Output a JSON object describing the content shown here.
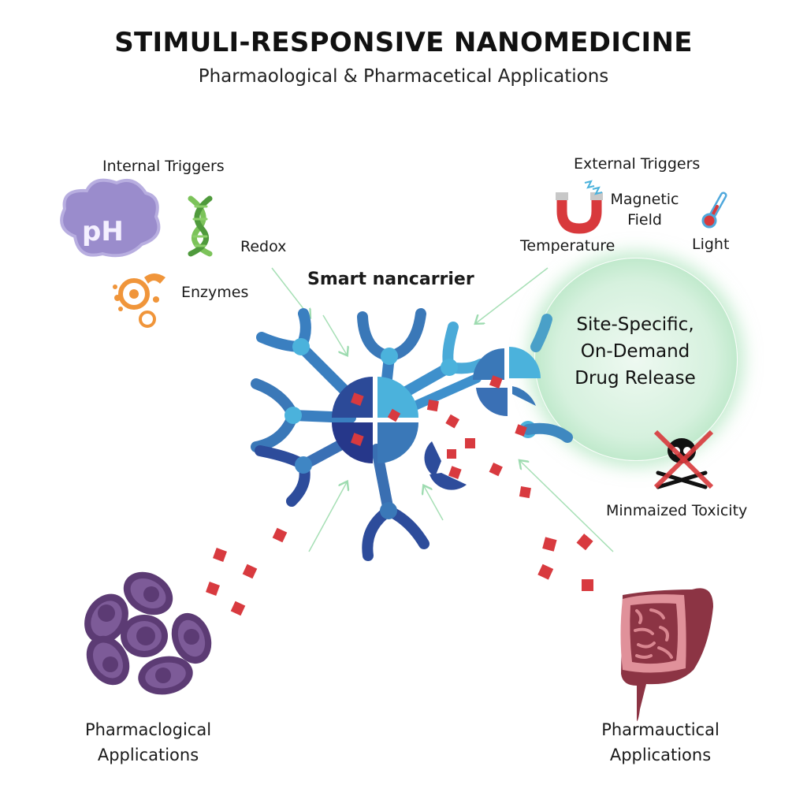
{
  "header": {
    "title": "STIMULI-RESPONSIVE NANOMEDICINE",
    "subtitle": "Pharmaological & Pharmacetical Applications"
  },
  "internal_triggers": {
    "heading": "Internal Triggers",
    "items": [
      {
        "icon": "ph-cloud-icon",
        "label": "pH"
      },
      {
        "icon": "dna-icon",
        "label": "Redox"
      },
      {
        "icon": "enzyme-icon",
        "label": "Enzymes"
      }
    ]
  },
  "external_triggers": {
    "heading": "External Triggers",
    "items": [
      {
        "icon": "magnet-icon",
        "label_line1": "Magnetic",
        "label_line2": "Field"
      },
      {
        "icon": "thermometer-icon",
        "label": "Light"
      },
      {
        "label": "Temperature"
      }
    ]
  },
  "center": {
    "label": "Smart nancarrier"
  },
  "release": {
    "lines": [
      "Site-Specific,",
      "On-Demand",
      "Drug Release"
    ]
  },
  "toxicity": {
    "label": "Minmaized Toxicity"
  },
  "applications": {
    "pharmacological": {
      "line1": "Pharmaclogical",
      "line2": "Applications"
    },
    "pharmaceutical": {
      "line1": "Pharmauctical",
      "line2": "Applications"
    }
  },
  "colors": {
    "carrier_dark": "#2a3f8f",
    "carrier_mid": "#3a78b8",
    "carrier_light": "#4bb2dc",
    "drug": "#d83a3f",
    "arrow": "#a6dfb5",
    "cell": "#5c3b74",
    "intestine": "#8c3444"
  }
}
